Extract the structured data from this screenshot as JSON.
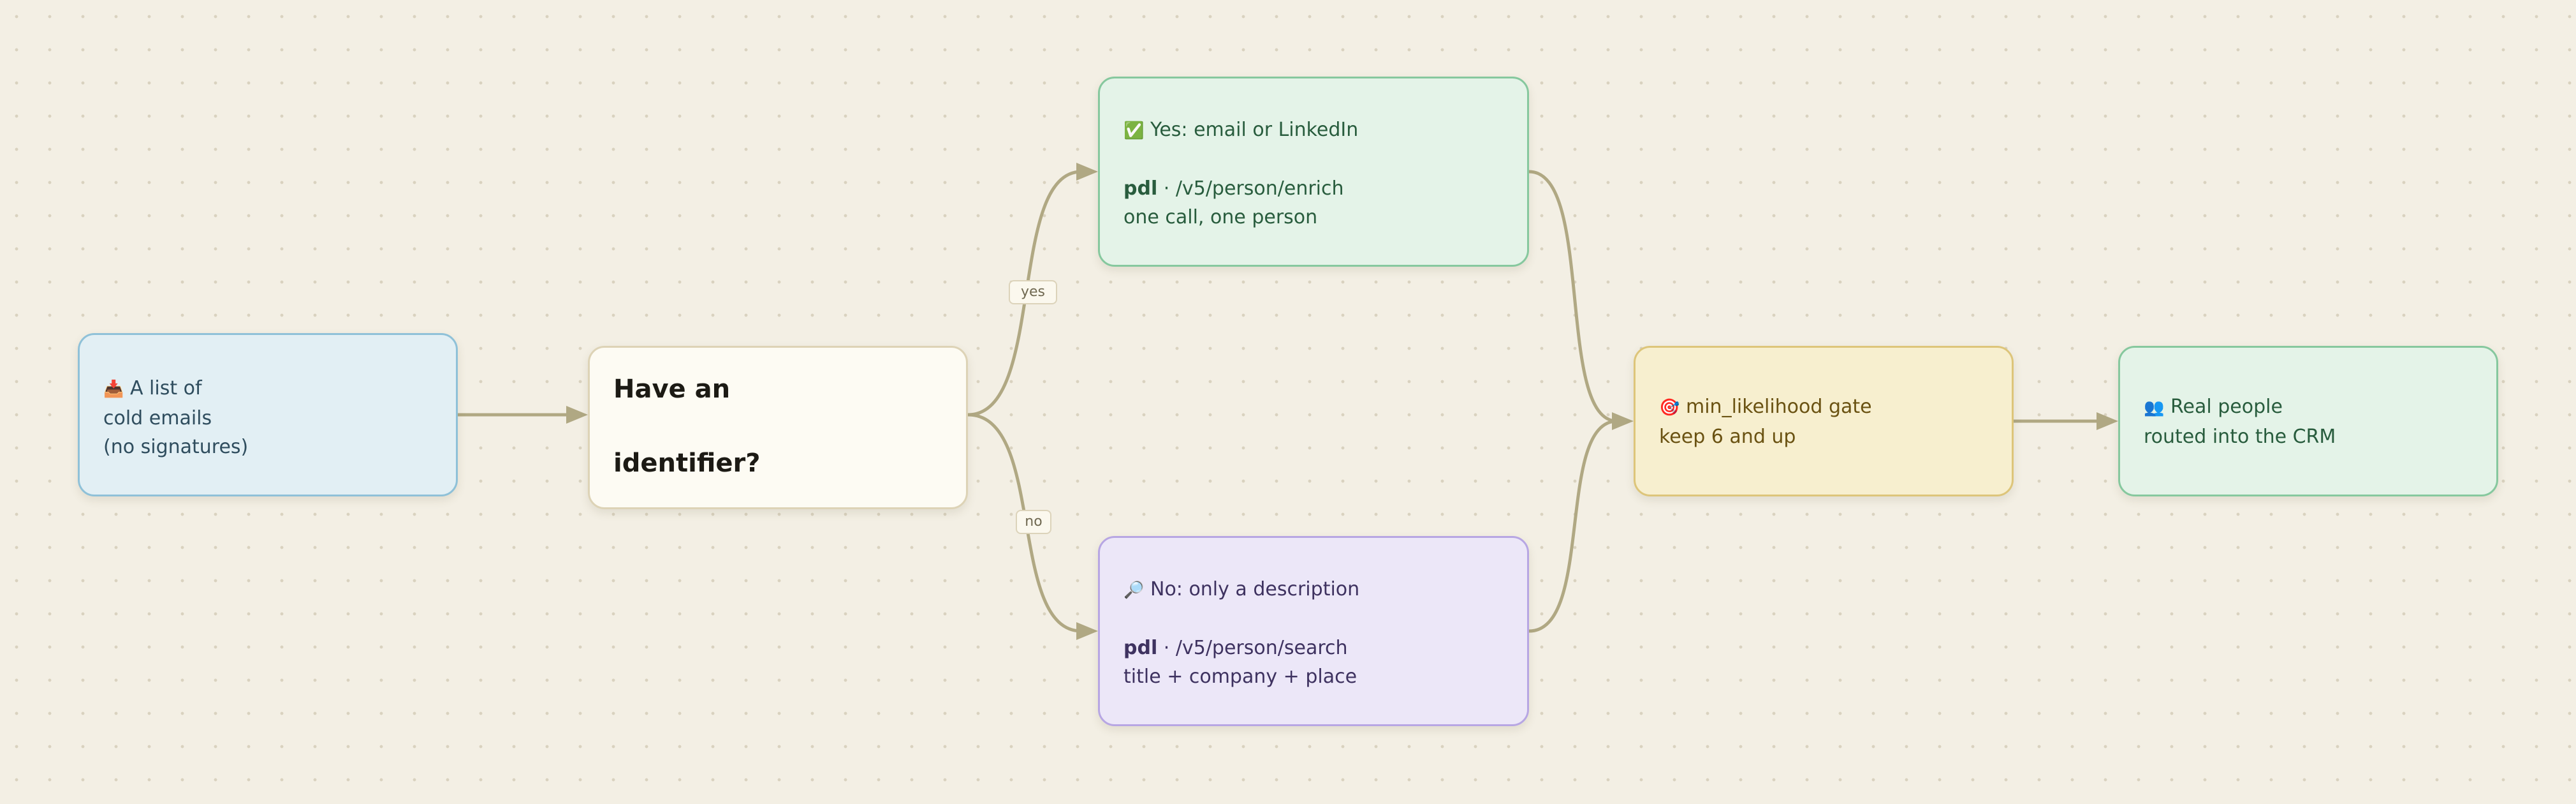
{
  "colors": {
    "background": "#f3efe4",
    "edge": "#b0a883",
    "input_fill": "#e2eff4",
    "decision_fill": "#fdfbf3",
    "enrich_fill": "#e4f3e8",
    "search_fill": "#ece7f8",
    "gate_fill": "#f7efcf",
    "output_fill": "#e4f3e8"
  },
  "nodes": {
    "input": {
      "icon": "inbox-tray-icon",
      "icon_glyph": "📥",
      "lines": [
        "A list of",
        "cold emails",
        "(no signatures)"
      ]
    },
    "decision": {
      "line1": "Have an",
      "line2": "identifier?"
    },
    "yes_branch": {
      "icon": "check-mark-icon",
      "icon_glyph": "✅",
      "heading": "Yes: email or LinkedIn",
      "api_prefix": "pdl",
      "separator": "·",
      "endpoint": "/v5/person/enrich",
      "note": "one call, one person"
    },
    "no_branch": {
      "icon": "magnifier-icon",
      "icon_glyph": "🔎",
      "heading": "No: only a description",
      "api_prefix": "pdl",
      "separator": "·",
      "endpoint": "/v5/person/search",
      "note": "title + company + place"
    },
    "gate": {
      "icon": "target-icon",
      "icon_glyph": "🎯",
      "heading": "min_likelihood gate",
      "note": "keep 6 and up"
    },
    "output": {
      "icon": "people-icon",
      "icon_glyph": "👥",
      "heading": "Real people",
      "note": "routed into the CRM"
    }
  },
  "edge_labels": {
    "yes": "yes",
    "no": "no"
  }
}
